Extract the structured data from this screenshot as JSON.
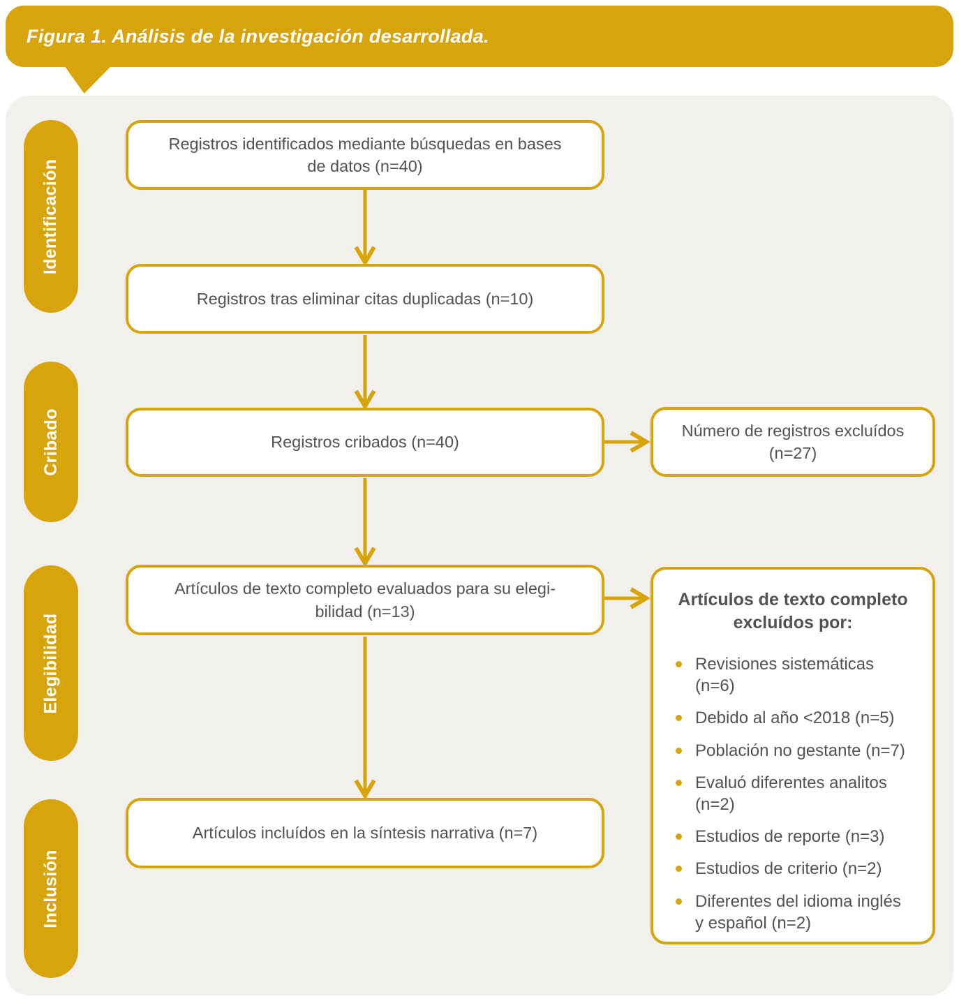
{
  "figure_caption": "Figura 1. Análisis de la investigación desarrollada.",
  "colors": {
    "gold": "#D8A40B",
    "panel_background": "#F1F0ED",
    "box_text": "#515254"
  },
  "stages": {
    "identification": "Identificación",
    "screening": "Cribado",
    "eligibility": "Elegibilidad",
    "inclusion": "Inclusión"
  },
  "flow": {
    "records_identified": "Registros identificados mediante búsquedas en bases\nde datos (n=40)",
    "records_after_duplicates": "Registros tras eliminar citas duplicadas (n=10)",
    "records_screened": "Registros cribados (n=40)",
    "fulltext_assessed": "Artículos de texto completo evaluados para su elegi-\nbilidad (n=13)",
    "included_in_synthesis": "Artículos incluídos en la síntesis narrativa (n=7)"
  },
  "excluded_records": "Número de registros excluídos\n(n=27)",
  "exclusions": {
    "title": "Artículos de texto completo\nexcluídos por:",
    "items": [
      "Revisiones sistemáticas\n(n=6)",
      "Debido al año <2018 (n=5)",
      "Población no gestante (n=7)",
      "Evaluó diferentes analitos\n(n=2)",
      "Estudios de reporte (n=3)",
      "Estudios de criterio (n=2)",
      "Diferentes del idioma inglés\ny español (n=2)"
    ]
  }
}
